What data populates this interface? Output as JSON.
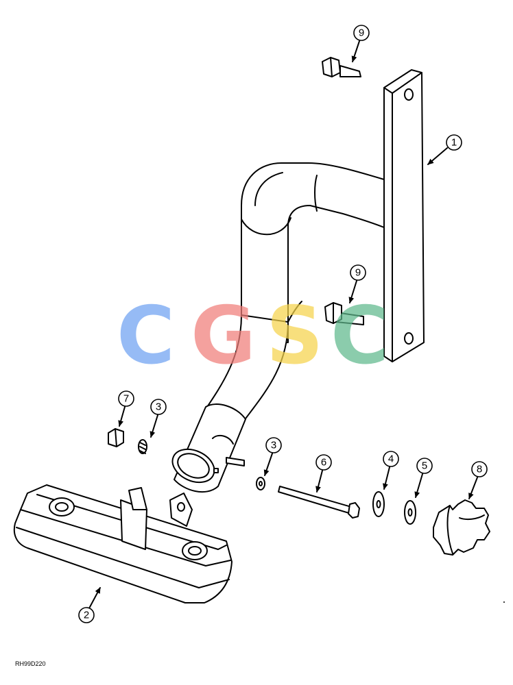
{
  "figure_code": "RH99D220",
  "watermark": {
    "letters": [
      "C",
      "G",
      "S",
      "C"
    ],
    "colors": [
      "#6ea2f2",
      "#f07e7a",
      "#f6d44c",
      "#5fb98d"
    ]
  },
  "callouts": [
    {
      "id": "c1",
      "label": "1"
    },
    {
      "id": "c2",
      "label": "2"
    },
    {
      "id": "c3a",
      "label": "3"
    },
    {
      "id": "c3b",
      "label": "3"
    },
    {
      "id": "c4",
      "label": "4"
    },
    {
      "id": "c5",
      "label": "5"
    },
    {
      "id": "c6",
      "label": "6"
    },
    {
      "id": "c7",
      "label": "7"
    },
    {
      "id": "c8",
      "label": "8"
    },
    {
      "id": "c9a",
      "label": "9"
    },
    {
      "id": "c9b",
      "label": "9"
    }
  ]
}
